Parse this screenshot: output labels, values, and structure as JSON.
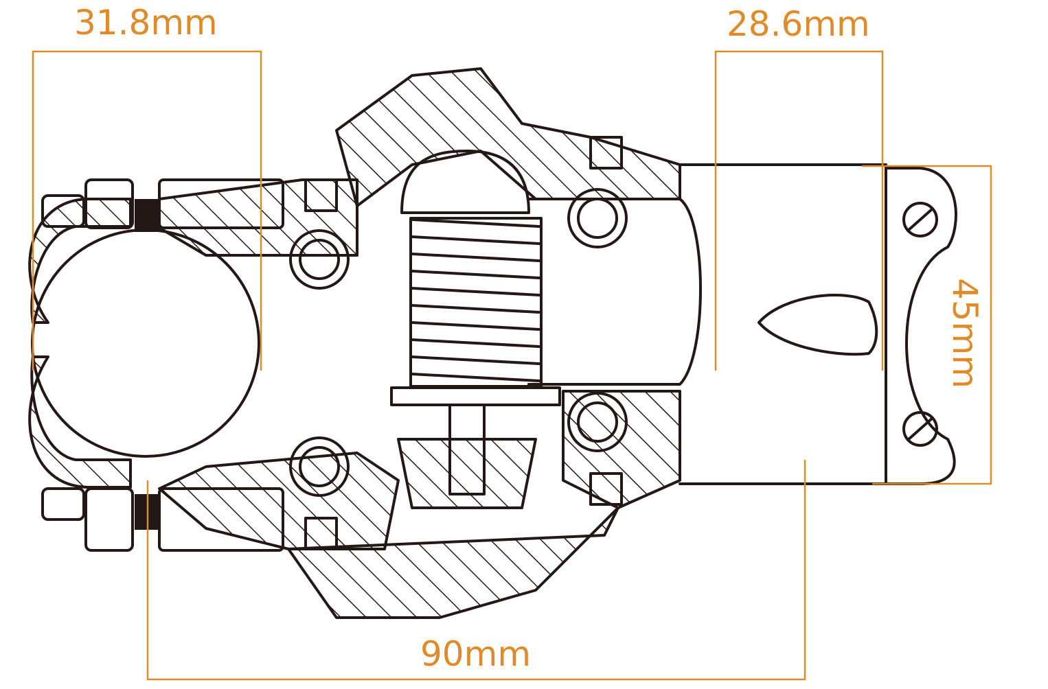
{
  "diagram": {
    "dimensions": {
      "handlebar_clamp": "31.8mm",
      "steerer_clamp": "28.6mm",
      "stem_length": "90mm",
      "stack_height": "45mm"
    },
    "colors": {
      "dimension": "#e08a2a",
      "outline": "#231815",
      "background": "#ffffff"
    }
  }
}
